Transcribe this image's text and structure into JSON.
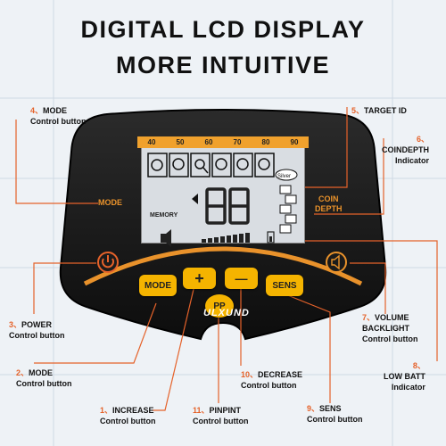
{
  "title": {
    "line1": "DIGITAL LCD DISPLAY",
    "line2": "MORE INTUITIVE"
  },
  "scale": [
    "40",
    "50",
    "60",
    "70",
    "80",
    "90"
  ],
  "lcd": {
    "memory": "MEMORY",
    "digits": "88",
    "silver": "Silver"
  },
  "device": {
    "mode_side": "MODE",
    "coin_depth": "COIN\nDEPTH",
    "brand": "ULXUND"
  },
  "buttons": {
    "mode": "MODE",
    "plus": "+",
    "minus": "—",
    "sens": "SENS",
    "pp": "PP"
  },
  "callouts": {
    "c4": {
      "num": "4、",
      "main": "MODE",
      "sub": "Control button"
    },
    "c5": {
      "num": "5、",
      "main": "TARGET ID"
    },
    "c6": {
      "num": "6、",
      "main": "COINDEPTH",
      "sub": "Indicator"
    },
    "c3": {
      "num": "3、",
      "main": "POWER",
      "sub": "Control button"
    },
    "c7": {
      "num": "7、",
      "main": "VOLUME",
      "sub1": "BACKLIGHT",
      "sub2": "Control button"
    },
    "c8": {
      "num": "8、",
      "main": "LOW BATT",
      "sub": "Indicator"
    },
    "c2": {
      "num": "2、",
      "main": "MODE",
      "sub": "Control button"
    },
    "c10": {
      "num": "10、",
      "main": "DECREASE",
      "sub": "Control button"
    },
    "c9": {
      "num": "9、",
      "main": "SENS",
      "sub": "Control button"
    },
    "c1": {
      "num": "1、",
      "main": "INCREASE",
      "sub": "Control button"
    },
    "c11": {
      "num": "11、",
      "main": "PINPINT",
      "sub": "Control button"
    }
  },
  "colors": {
    "accent": "#e9922b",
    "button": "#f5b400",
    "callout_num": "#e5622a"
  }
}
